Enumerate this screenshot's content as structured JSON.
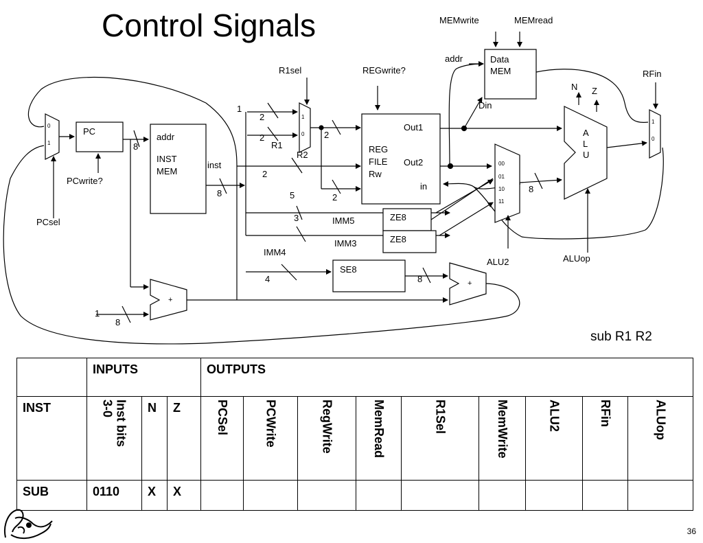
{
  "title": "Control Signals",
  "caption": "sub R1 R2",
  "page_number": "36",
  "diagram": {
    "labels": {
      "memwrite": "MEMwrite",
      "memread": "MEMread",
      "addr_data": "addr",
      "data_mem_1": "Data",
      "data_mem_2": "MEM",
      "din": "Din",
      "r1sel": "R1sel",
      "regwrite_q": "REGwrite?",
      "rfin": "RFin",
      "n": "N",
      "z": "Z",
      "alu_a": "A",
      "alu_l": "L",
      "alu_u": "U",
      "one_r1sel": "1",
      "two_a": "2",
      "two_b": "2",
      "r1": "R1",
      "r2": "R2",
      "mux_r1_1": "1",
      "mux_r1_0": "0",
      "two_c": "2",
      "out1": "Out1",
      "reg": "REG",
      "file": "FILE",
      "rw": "Rw",
      "out2": "Out2",
      "in": "in",
      "mux_pc_0": "0",
      "mux_pc_1": "1",
      "pc": "PC",
      "eight_pc": "8",
      "addr_inst": "addr",
      "inst_mem_1": "INST",
      "inst_mem_2": "MEM",
      "inst": "inst",
      "pcwrite_q": "PCwrite?",
      "eight_inst": "8",
      "two_d": "2",
      "two_e": "2",
      "five": "5",
      "three": "3",
      "imm5": "IMM5",
      "ze8_a": "ZE8",
      "imm3": "IMM3",
      "ze8_b": "ZE8",
      "pcsel": "PCsel",
      "imm4": "IMM4",
      "four": "4",
      "se8": "SE8",
      "eight_se": "8",
      "plus_a": "+",
      "alu2": "ALU2",
      "aluop": "ALUop",
      "plus_b": "+",
      "one_inc": "1",
      "eight_inc": "8",
      "mux_alu_00": "00",
      "mux_alu_01": "01",
      "mux_alu_10": "10",
      "mux_alu_11": "11",
      "eight_alu": "8",
      "mux_rf_1": "1",
      "mux_rf_0": "0"
    }
  },
  "table": {
    "inputs_header": "INPUTS",
    "outputs_header": "OUTPUTS",
    "inst_header": "INST",
    "inst_bits": "Inst bits\n3-0",
    "n": "N",
    "z": "Z",
    "outputs": [
      "PCSel",
      "PCWrite",
      "RegWrite",
      "MemRead",
      "R1Sel",
      "MemWrite",
      "ALU2",
      "RFin",
      "ALUop"
    ],
    "row": {
      "inst": "SUB",
      "bits": "0110",
      "n": "X",
      "z": "X",
      "outputs": [
        "",
        "",
        "",
        "",
        "",
        "",
        "",
        "",
        ""
      ]
    }
  }
}
